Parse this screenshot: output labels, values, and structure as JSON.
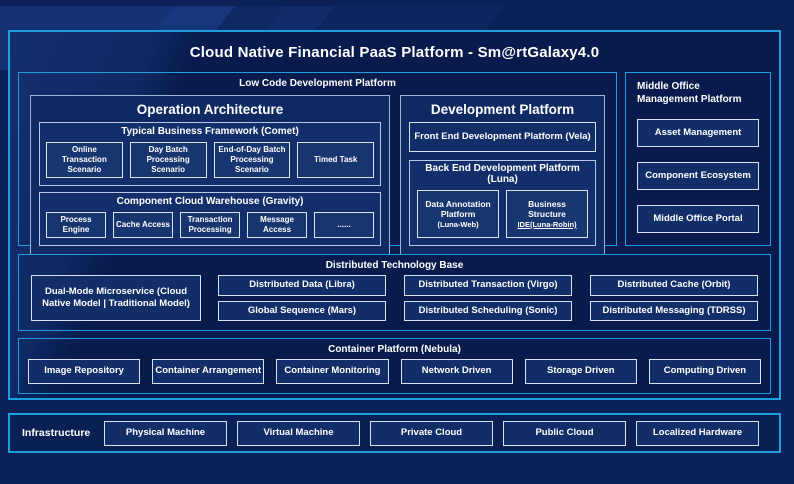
{
  "title": "Cloud Native Financial PaaS Platform - Sm@rtGalaxy4.0",
  "low_code": {
    "label": "Low Code Development Platform",
    "operation_architecture": {
      "title": "Operation Architecture",
      "typical_business": {
        "title": "Typical Business Framework (Comet)",
        "items": [
          "Online Transaction Scenario",
          "Day Batch Processing Scenario",
          "End-of-Day Batch Processing Scenario",
          "Timed Task"
        ]
      },
      "component_cloud": {
        "title": "Component Cloud Warehouse (Gravity)",
        "items": [
          "Process Engine",
          "Cache Access",
          "Transaction Processing",
          "Message Access",
          "......"
        ]
      }
    },
    "development_platform": {
      "title": "Development Platform",
      "front_end": "Front End Development Platform (Vela)",
      "back_end": {
        "title": "Back End Development Platform (Luna)",
        "items": [
          {
            "main": "Data Annotation Platform",
            "sub": "(Luna-Web)"
          },
          {
            "main": "Business Structure",
            "sub": "IDE(Luna-Robin)"
          }
        ]
      }
    }
  },
  "middle_office": {
    "label": "Middle Office Management Platform",
    "items": [
      "Asset Management",
      "Component Ecosystem",
      "Middle Office Portal"
    ]
  },
  "distributed": {
    "label": "Distributed Technology Base",
    "dual_mode": "Dual-Mode Microservice (Cloud Native Model | Traditional Model)",
    "grid": [
      "Distributed Data (Libra)",
      "Distributed Transaction (Virgo)",
      "Distributed Cache (Orbit)",
      "Global Sequence (Mars)",
      "Distributed Scheduling (Sonic)",
      "Distributed Messaging (TDRSS)"
    ]
  },
  "container_platform": {
    "label": "Container Platform (Nebula)",
    "items": [
      "Image Repository",
      "Container Arrangement",
      "Container Monitoring",
      "Network Driven",
      "Storage Driven",
      "Computing Driven"
    ]
  },
  "infrastructure": {
    "label": "Infrastructure",
    "items": [
      "Physical Machine",
      "Virtual Machine",
      "Private Cloud",
      "Public Cloud",
      "Localized Hardware"
    ]
  },
  "colors": {
    "background": "#0b2158",
    "accent_border": "#1e9ddf",
    "panel_border": "#9db4d6",
    "box_border": "#d9e2f0",
    "panel_fill": "#0f2a63",
    "box_fill": "#122e68",
    "text": "#ffffff"
  }
}
